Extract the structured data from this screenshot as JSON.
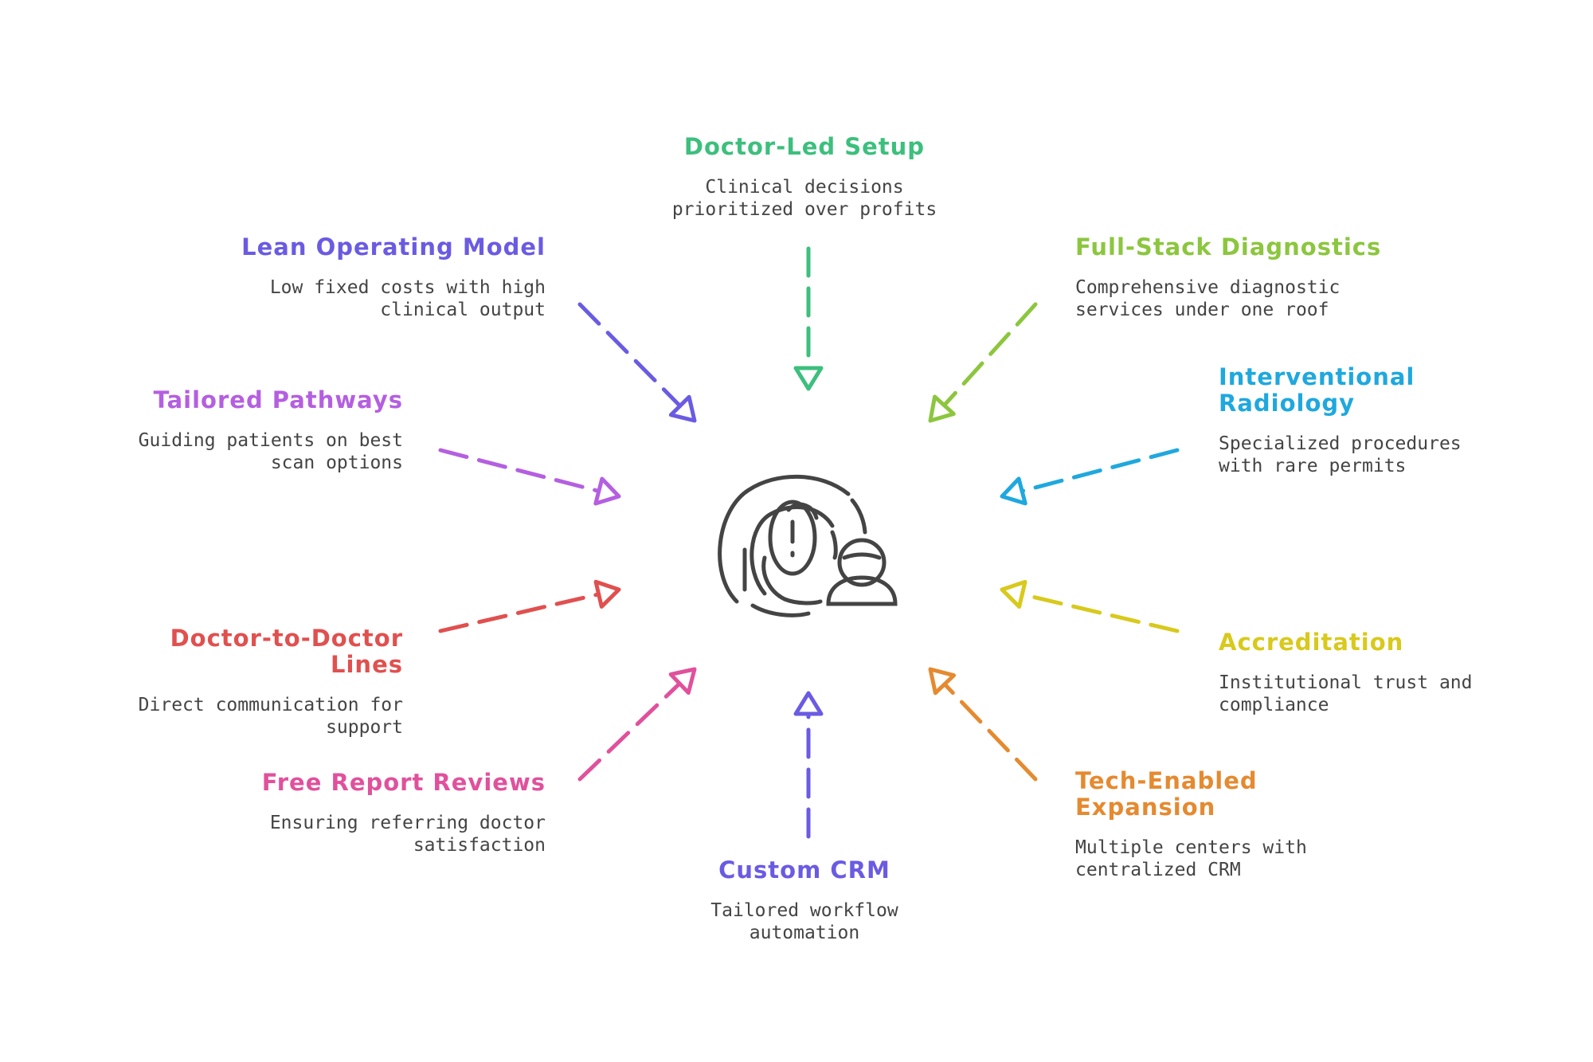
{
  "nodes": [
    {
      "title": "Doctor-Led Setup",
      "desc": "Clinical decisions\nprioritized over profits",
      "color": "#3dbf7d"
    },
    {
      "title": "Full-Stack Diagnostics",
      "desc": "Comprehensive diagnostic\nservices under one roof",
      "color": "#8cc63f"
    },
    {
      "title": "Interventional\nRadiology",
      "desc": "Specialized procedures\nwith rare permits",
      "color": "#1fa8de"
    },
    {
      "title": "Accreditation",
      "desc": "Institutional trust and\ncompliance",
      "color": "#d8c91c"
    },
    {
      "title": "Tech-Enabled\nExpansion",
      "desc": "Multiple centers with\ncentralized CRM",
      "color": "#e58a30"
    },
    {
      "title": "Custom CRM",
      "desc": "Tailored workflow\nautomation",
      "color": "#6a5be2"
    },
    {
      "title": "Free Report Reviews",
      "desc": "Ensuring referring doctor\nsatisfaction",
      "color": "#e0519c"
    },
    {
      "title": "Doctor-to-Doctor\nLines",
      "desc": "Direct communication for\nsupport",
      "color": "#e0504f"
    },
    {
      "title": "Tailored Pathways",
      "desc": "Guiding patients on best\nscan options",
      "color": "#b45fe0"
    },
    {
      "title": "Lean Operating Model",
      "desc": "Low fixed costs with high\nclinical output",
      "color": "#6a5be2"
    }
  ],
  "center_icon": "patient-scan-icon",
  "icon_color": "#444444"
}
